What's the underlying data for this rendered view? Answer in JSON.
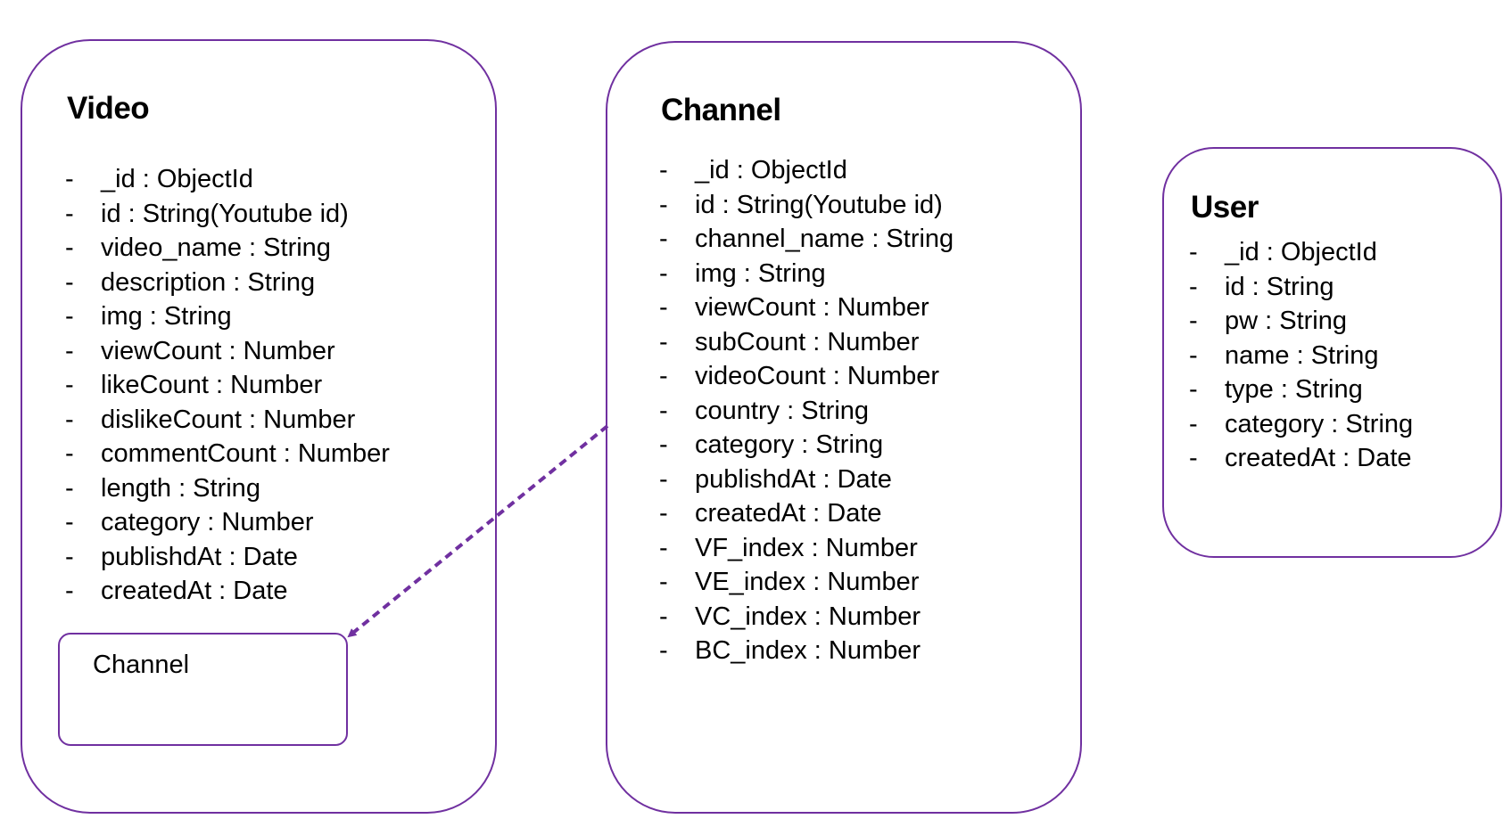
{
  "colors": {
    "border": "#7030a0",
    "arrow": "#7030a0",
    "text": "#000000",
    "background": "#ffffff"
  },
  "entities": {
    "video": {
      "title": "Video",
      "fields": [
        "_id : ObjectId",
        "id : String(Youtube id)",
        "video_name : String",
        "description : String",
        "img : String",
        "viewCount : Number",
        "likeCount : Number",
        "dislikeCount : Number",
        "commentCount : Number",
        "length : String",
        "category : Number",
        "publishdAt : Date",
        "createdAt : Date"
      ],
      "embedded": {
        "label": "Channel"
      }
    },
    "channel": {
      "title": "Channel",
      "fields": [
        "_id : ObjectId",
        "id : String(Youtube id)",
        "channel_name : String",
        "img : String",
        "viewCount : Number",
        "subCount : Number",
        "videoCount : Number",
        "country : String",
        "category : String",
        "publishdAt : Date",
        "createdAt : Date",
        "VF_index : Number",
        "VE_index : Number",
        "VC_index : Number",
        "BC_index : Number"
      ]
    },
    "user": {
      "title": "User",
      "fields": [
        "_id : ObjectId",
        "id : String",
        "pw : String",
        "name : String",
        "type : String",
        "category : String",
        "createdAt : Date"
      ]
    }
  },
  "list_marker": "-",
  "relation": {
    "from": "channel",
    "to": "video.embedded",
    "line_style": "dashed",
    "arrowhead": "end"
  }
}
